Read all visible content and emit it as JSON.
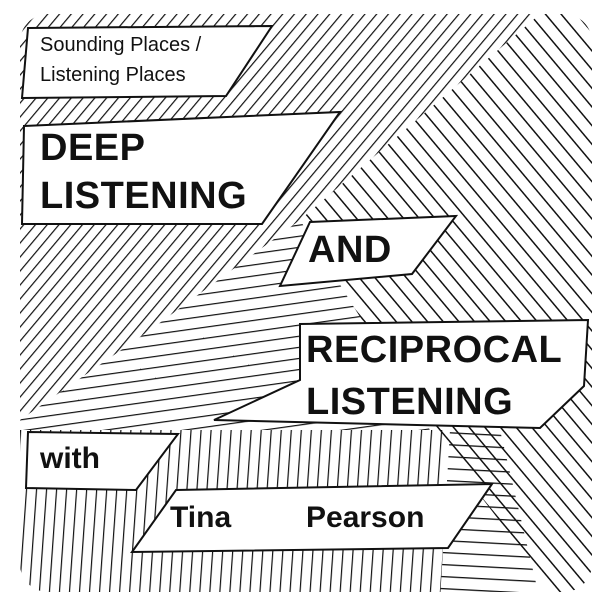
{
  "series_title": [
    "Sounding Places /",
    "Listening Places"
  ],
  "title_line1": "DEEP",
  "title_line2": "LISTENING",
  "conjunction": "AND",
  "title_line3": "RECIPROCAL",
  "title_line4": "LISTENING",
  "with_label": "with",
  "guest_first": "Tina",
  "guest_last": "Pearson",
  "colors": {
    "ink": "#111111",
    "paper": "#ffffff"
  }
}
